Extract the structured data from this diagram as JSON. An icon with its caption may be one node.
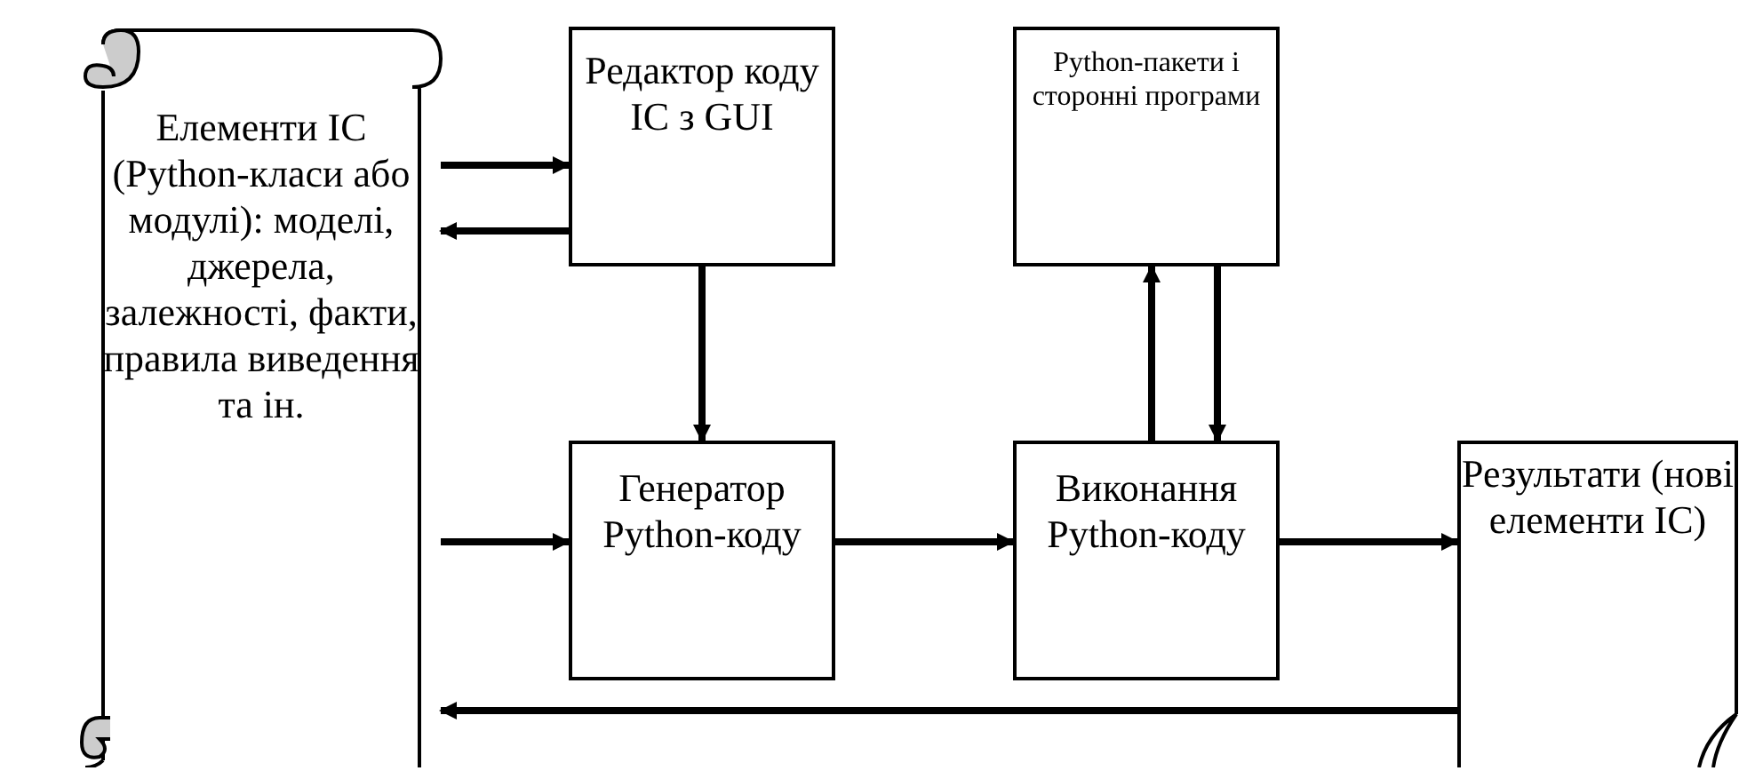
{
  "diagram": {
    "nodes": [
      {
        "text": [
          "Елементи ІС (Python-класи або модулі): моделі, джерела, залежності, факти, правила виведення та ін."
        ]
      },
      {
        "text": [
          "Редактор коду ІС з GUI"
        ]
      },
      {
        "text": [
          "Python-пакети і сторонні програми"
        ]
      },
      {
        "text": [
          "Генератор Python-коду"
        ]
      },
      {
        "text": [
          "Виконання Python-коду"
        ]
      },
      {
        "text": [
          "Результати (нові елементи ІС)"
        ]
      }
    ],
    "edges": [
      {
        "from": 0,
        "to": 1,
        "arrow": "to"
      },
      {
        "from": 1,
        "to": 0,
        "arrow": "to"
      },
      {
        "from": 1,
        "to": 3,
        "arrow": "to"
      },
      {
        "from": 0,
        "to": 3,
        "arrow": "to"
      },
      {
        "from": 3,
        "to": 4,
        "arrow": "to"
      },
      {
        "from": 4,
        "to": 2,
        "arrow": "to"
      },
      {
        "from": 2,
        "to": 4,
        "arrow": "to"
      },
      {
        "from": 4,
        "to": 5,
        "arrow": "to"
      },
      {
        "from": 5,
        "to": 0,
        "arrow": "to"
      }
    ]
  }
}
